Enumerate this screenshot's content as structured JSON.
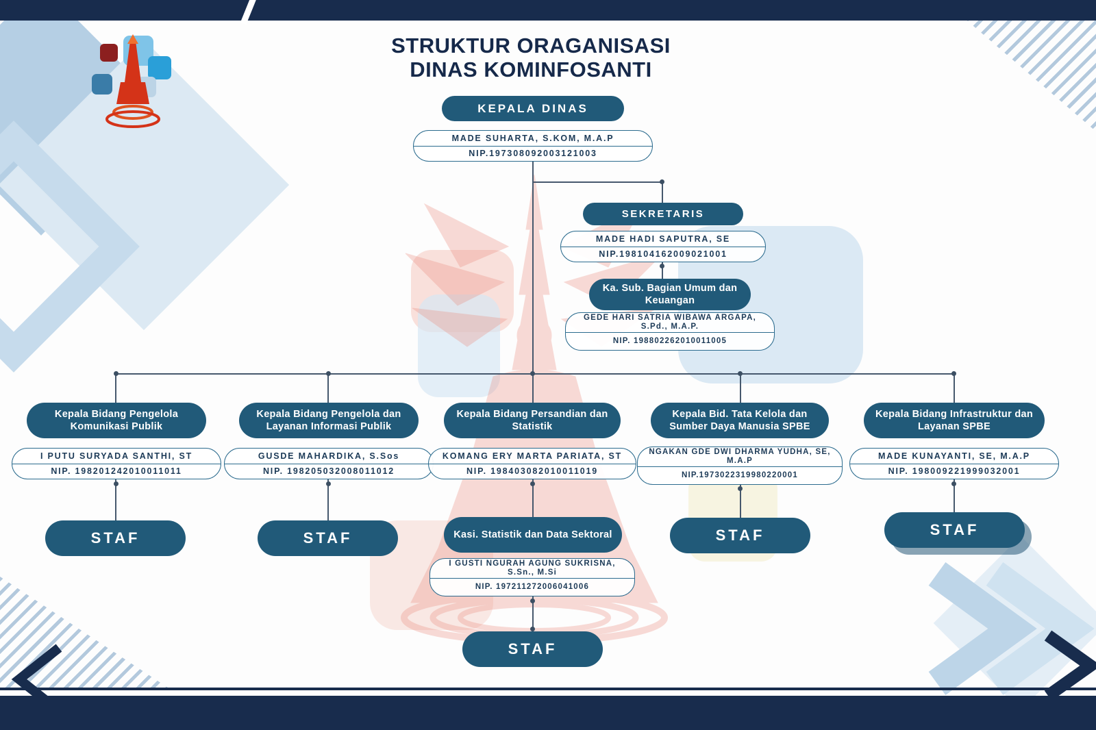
{
  "page": {
    "title_line1": "STRUKTUR ORAGANISASI",
    "title_line2": "DINAS KOMINFOSANTI"
  },
  "colors": {
    "navy": "#182c4d",
    "teal_pill": "#215a79",
    "light_blue_accent": "#bdd5e8",
    "watermark_pink": "#ea8a7c"
  },
  "kepala_dinas": {
    "title": "KEPALA DINAS",
    "name": "MADE SUHARTA, S.KOM, M.A.P",
    "nip": "NIP.197308092003121003"
  },
  "sekretaris": {
    "title": "SEKRETARIS",
    "name": "MADE HADI SAPUTRA, SE",
    "nip": "NIP.198104162009021001"
  },
  "kasub_umum_keuangan": {
    "title": "Ka. Sub. Bagian Umum dan Keuangan",
    "name": "GEDE HARI SATRIA WIBAWA ARGAPA, S.Pd., M.A.P.",
    "nip": "NIP. 198802262010011005"
  },
  "branches": [
    {
      "title": "Kepala Bidang Pengelola Komunikasi Publik",
      "name": "I PUTU SURYADA SANTHI, ST",
      "nip": "NIP. 198201242010011011",
      "staf": "STAF"
    },
    {
      "title": "Kepala Bidang Pengelola dan Layanan Informasi Publik",
      "name": "GUSDE MAHARDIKA, S.Sos",
      "nip": "NIP. 198205032008011012",
      "staf": "STAF"
    },
    {
      "title": "Kepala Bidang Persandian dan Statistik",
      "name": "KOMANG ERY MARTA PARIATA, ST",
      "nip": "NIP. 198403082010011019"
    },
    {
      "title": "Kepala Bid. Tata Kelola dan Sumber Daya Manusia SPBE",
      "name": "NGAKAN GDE DWI DHARMA YUDHA, SE, M.A.P",
      "nip": "NIP.1973022319980220001",
      "staf": "STAF"
    },
    {
      "title": "Kepala Bidang Infrastruktur dan Layanan SPBE",
      "name": "MADE KUNAYANTI, SE, M.A.P",
      "nip": "NIP. 198009221999032001",
      "staf": "STAF"
    }
  ],
  "kasi_statistik": {
    "title": "Kasi. Statistik dan Data Sektoral",
    "name": "I GUSTI NGURAH AGUNG SUKRISNA, S.Sn., M.Si",
    "nip": "NIP. 197211272006041006",
    "staf": "STAF"
  }
}
